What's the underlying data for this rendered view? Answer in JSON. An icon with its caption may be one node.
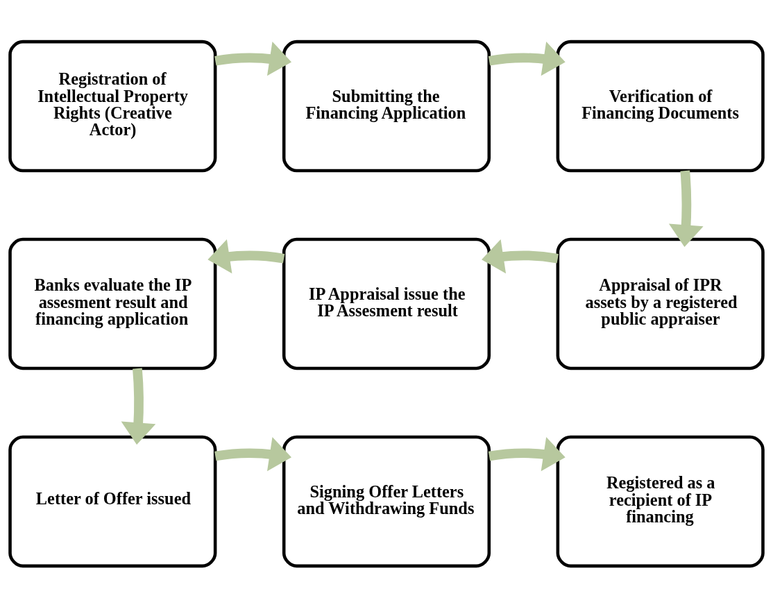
{
  "diagram": {
    "nodes": [
      {
        "text": [
          "Registration of Intellectual Property Rights (Creative Actor)"
        ]
      },
      {
        "text": [
          "Submitting the Financing Application"
        ]
      },
      {
        "text": [
          "Verification of Financing Documents"
        ]
      },
      {
        "text": [
          "Banks evaluate the IP assesment result and financing application"
        ]
      },
      {
        "text": [
          "IP Appraisal issue the IP Assesment result"
        ]
      },
      {
        "text": [
          "Appraisal of IPR assets by a registered public appraiser"
        ]
      },
      {
        "text": [
          "Letter of Offer issued"
        ]
      },
      {
        "text": [
          "Signing Offer Letters and Withdrawing Funds"
        ]
      },
      {
        "text": [
          "Registered as a recipient of IP financing"
        ]
      }
    ],
    "edges": [
      {
        "from": 0,
        "to": 1,
        "arrow": "to"
      },
      {
        "from": 1,
        "to": 2,
        "arrow": "to"
      },
      {
        "from": 2,
        "to": 5,
        "arrow": "to"
      },
      {
        "from": 5,
        "to": 4,
        "arrow": "to"
      },
      {
        "from": 4,
        "to": 3,
        "arrow": "to"
      },
      {
        "from": 3,
        "to": 6,
        "arrow": "to"
      },
      {
        "from": 6,
        "to": 7,
        "arrow": "to"
      },
      {
        "from": 7,
        "to": 8,
        "arrow": "to"
      }
    ]
  }
}
